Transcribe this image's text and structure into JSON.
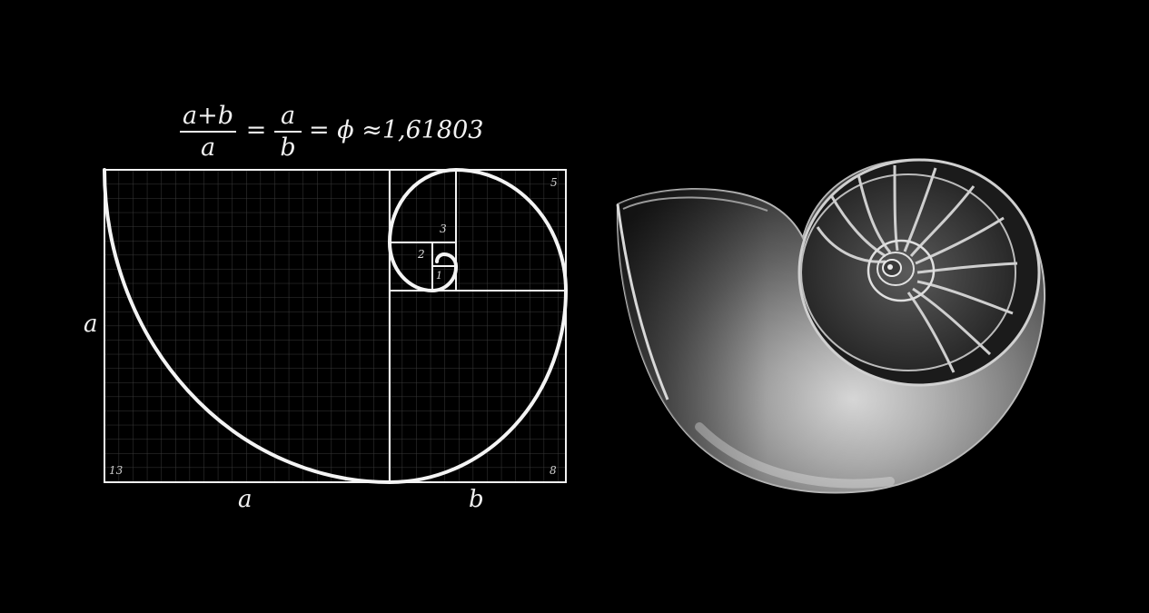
{
  "formula": {
    "frac1_num": "a+b",
    "frac1_den": "a",
    "eq1": "=",
    "frac2_num": "a",
    "frac2_den": "b",
    "tail": "= ϕ ≈1,61803"
  },
  "labels": {
    "left_side": "a",
    "bottom_a": "a",
    "bottom_b": "b"
  },
  "square_numbers": {
    "one": "1",
    "two": "2",
    "three": "3",
    "five": "5",
    "eight": "8",
    "thirteen": "13"
  },
  "colors": {
    "background": "#000000",
    "line": "#f2f2f2",
    "grid": "#3a3a3a",
    "shell_light": "#d9d9d9",
    "shell_dark": "#2a2a2a"
  },
  "illustration": {
    "left": "golden-ratio-fibonacci-spiral-diagram",
    "right": "nautilus-shell-cross-section"
  }
}
